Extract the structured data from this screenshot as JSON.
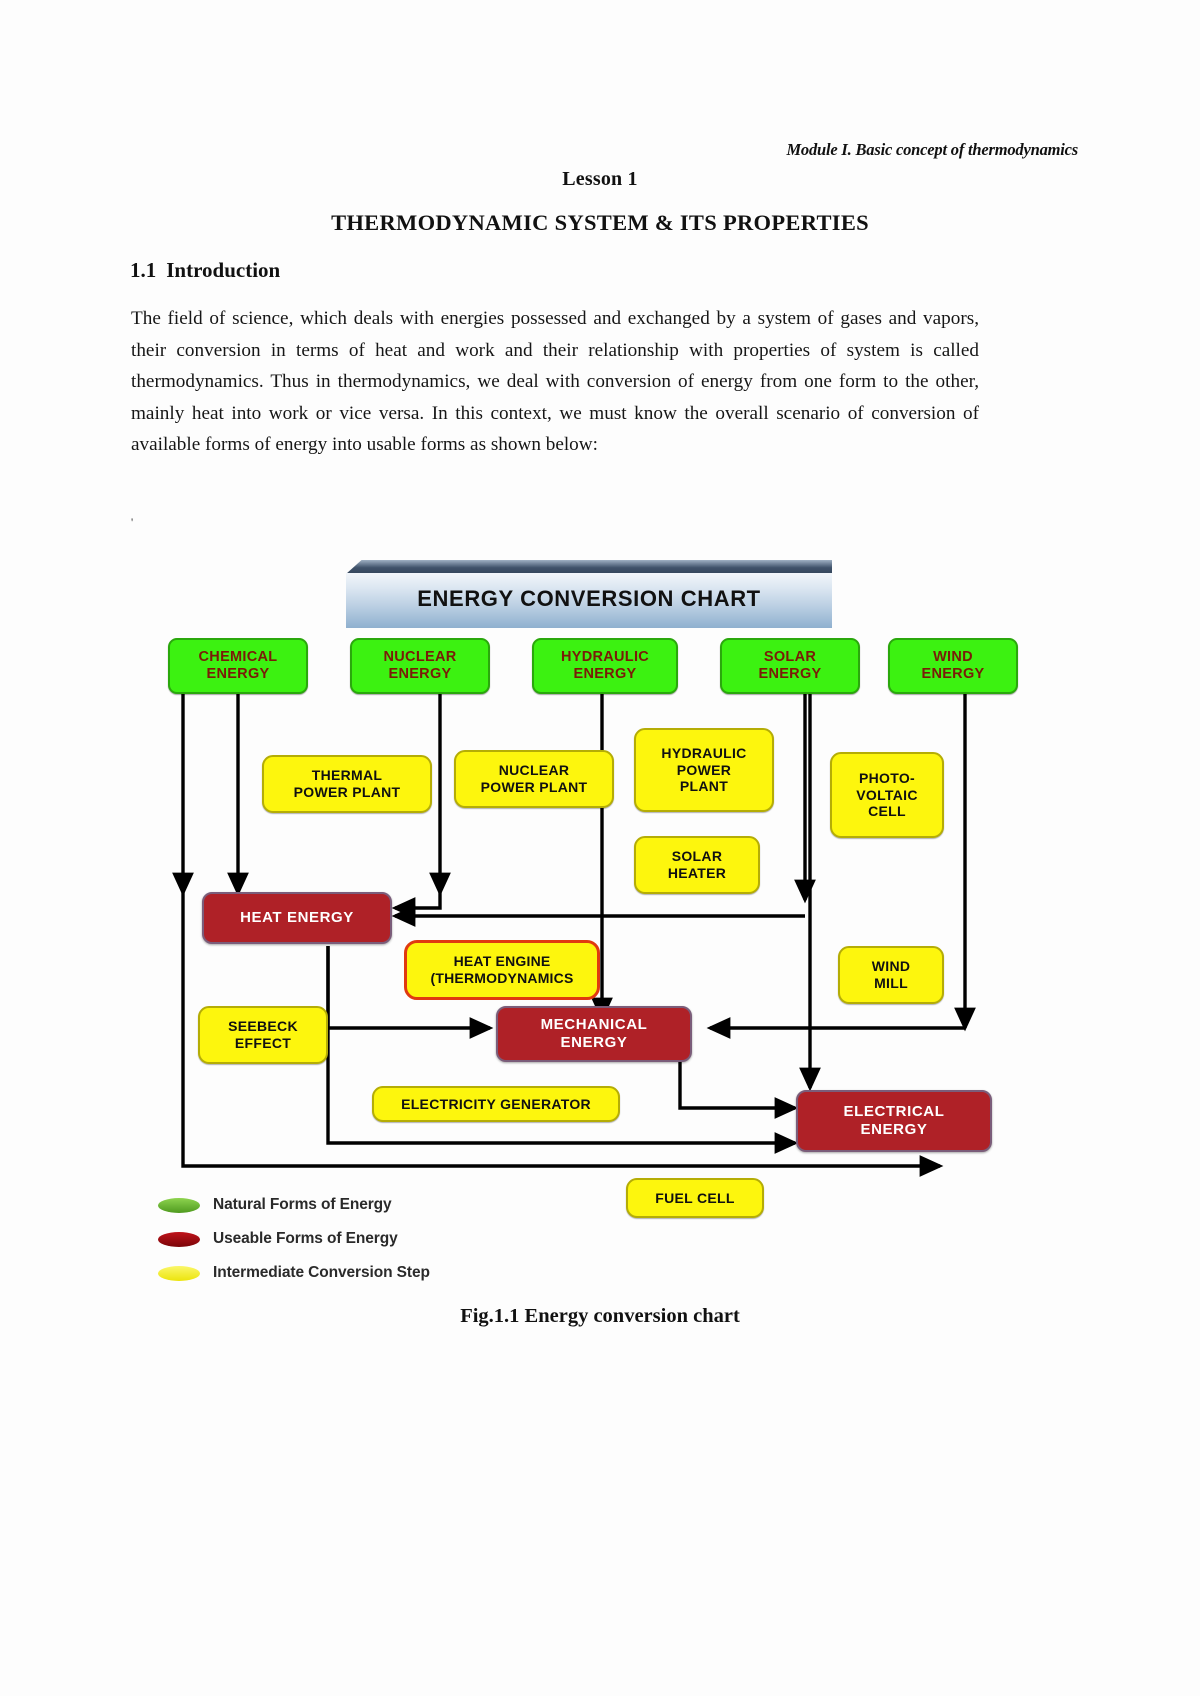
{
  "document": {
    "running_head": "Module I. Basic concept of thermodynamics",
    "lesson": "Lesson 1",
    "title": "THERMODYNAMIC SYSTEM & ITS PROPERTIES",
    "section_number": "1.1",
    "section_title": "Introduction",
    "paragraph": "The field of science, which deals with energies possessed and exchanged by a system of gases and vapors, their conversion in terms of heat and work and their relationship with properties of system is called thermodynamics. Thus in thermodynamics, we deal with conversion of energy from one form to the other, mainly heat into work or vice versa. In this context, we must know the overall scenario of conversion of available forms of energy into usable forms as shown below:",
    "stray_mark": "'",
    "figure_caption": "Fig.1.1 Energy conversion chart"
  },
  "figure": {
    "banner_title": "ENERGY CONVERSION CHART",
    "sources": [
      {
        "id": "chemical",
        "line1": "CHEMICAL",
        "line2": "ENERGY"
      },
      {
        "id": "nuclear",
        "line1": "NUCLEAR",
        "line2": "ENERGY"
      },
      {
        "id": "hydraulic",
        "line1": "HYDRAULIC",
        "line2": "ENERGY"
      },
      {
        "id": "solar",
        "line1": "SOLAR",
        "line2": "ENERGY"
      },
      {
        "id": "wind",
        "line1": "WIND",
        "line2": "ENERGY"
      }
    ],
    "intermediates": [
      {
        "id": "thermal-power-plant",
        "line1": "THERMAL",
        "line2": "POWER PLANT",
        "line3": ""
      },
      {
        "id": "nuclear-power-plant",
        "line1": "NUCLEAR",
        "line2": "POWER PLANT",
        "line3": ""
      },
      {
        "id": "hydraulic-power-plant",
        "line1": "HYDRAULIC",
        "line2": "POWER",
        "line3": "PLANT"
      },
      {
        "id": "solar-heater",
        "line1": "SOLAR",
        "line2": "HEATER",
        "line3": ""
      },
      {
        "id": "photovoltaic-cell",
        "line1": "PHOTO-",
        "line2": "VOLTAIC",
        "line3": "CELL"
      },
      {
        "id": "wind-mill",
        "line1": "WIND",
        "line2": "MILL",
        "line3": ""
      },
      {
        "id": "seebeck-effect",
        "line1": "SEEBECK",
        "line2": "EFFECT",
        "line3": ""
      },
      {
        "id": "electricity-generator",
        "line1": "ELECTRICITY GENERATOR",
        "line2": "",
        "line3": ""
      },
      {
        "id": "fuel-cell",
        "line1": "FUEL CELL",
        "line2": "",
        "line3": ""
      }
    ],
    "heat_engine": {
      "id": "heat-engine",
      "line1": "HEAT ENGINE",
      "line2": "(THERMODYNAMICS"
    },
    "usable": [
      {
        "id": "heat-energy",
        "line1": "HEAT ENERGY",
        "line2": ""
      },
      {
        "id": "mechanical-energy",
        "line1": "MECHANICAL",
        "line2": "ENERGY"
      },
      {
        "id": "electrical-energy",
        "line1": "ELECTRICAL",
        "line2": "ENERGY"
      }
    ],
    "legend": [
      {
        "id": "natural",
        "label": "Natural Forms of Energy",
        "color": "#5fae28"
      },
      {
        "id": "useable",
        "label": "Useable Forms of Energy",
        "color": "#9d0c12"
      },
      {
        "id": "intermediate",
        "label": "Intermediate Conversion Step",
        "color": "#f5ec14"
      }
    ],
    "colors": {
      "natural": "#3cf211",
      "useable": "#af2127",
      "intermediate": "#fdf60d",
      "banner": "#8fb0cf",
      "wire": "#000000"
    }
  }
}
